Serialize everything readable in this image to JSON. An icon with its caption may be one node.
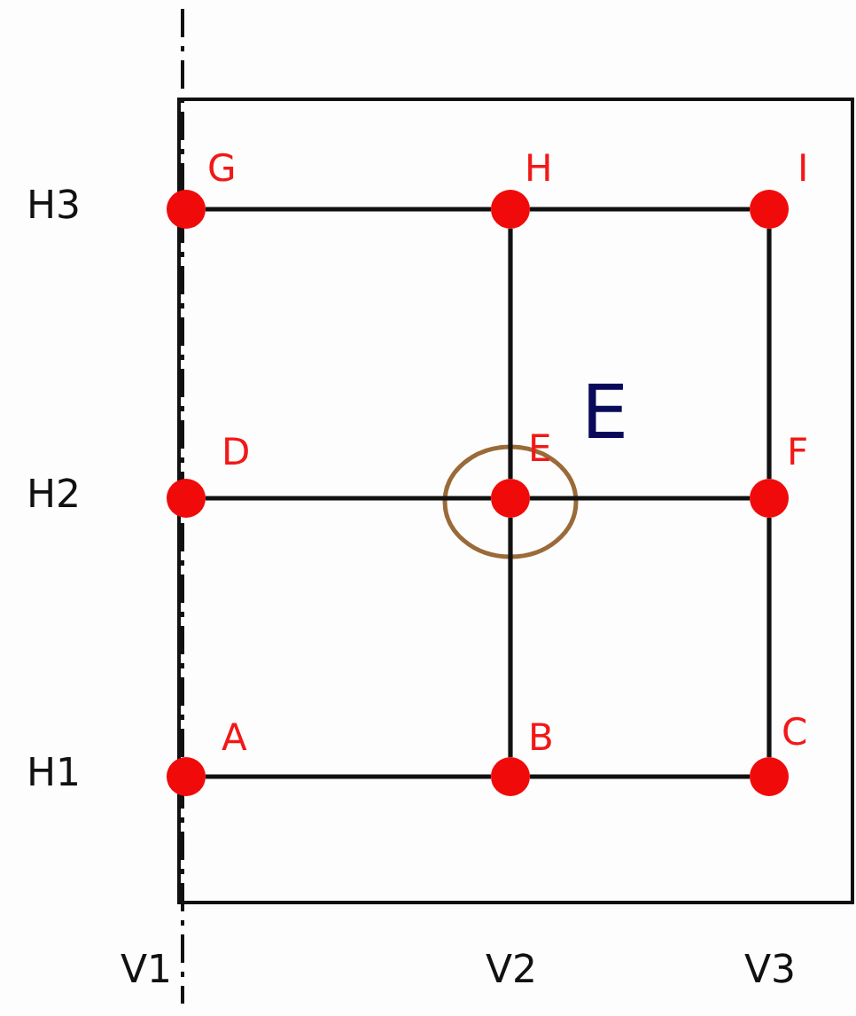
{
  "diagram": {
    "nodes": [
      {
        "text": [],
        "shape": "circle",
        "beside": [
          "G"
        ]
      },
      {
        "text": [],
        "shape": "circle",
        "beside": [
          "H"
        ]
      },
      {
        "text": [],
        "shape": "circle",
        "beside": [
          "I"
        ]
      },
      {
        "text": [],
        "shape": "circle",
        "beside": [
          "D"
        ]
      },
      {
        "text": [],
        "shape": "circle",
        "beside": [
          "E"
        ]
      },
      {
        "text": [],
        "shape": "circle",
        "beside": [
          "F"
        ]
      },
      {
        "text": [],
        "shape": "circle",
        "beside": [
          "A"
        ]
      },
      {
        "text": [],
        "shape": "circle",
        "beside": [
          "B"
        ]
      },
      {
        "text": [],
        "shape": "circle",
        "beside": [
          "C"
        ]
      }
    ],
    "edges": [
      {
        "from": 0,
        "to": 1,
        "arrow": "none"
      },
      {
        "from": 1,
        "to": 2,
        "arrow": "none"
      },
      {
        "from": 1,
        "to": 4,
        "arrow": "none"
      },
      {
        "from": 2,
        "to": 5,
        "arrow": "none"
      },
      {
        "from": 3,
        "to": 4,
        "arrow": "none"
      },
      {
        "from": 4,
        "to": 5,
        "arrow": "none"
      },
      {
        "from": 4,
        "to": 7,
        "arrow": "none"
      },
      {
        "from": 5,
        "to": 8,
        "arrow": "none"
      },
      {
        "from": 6,
        "to": 7,
        "arrow": "none"
      },
      {
        "from": 7,
        "to": 8,
        "arrow": "none"
      }
    ],
    "labels": [
      "H3",
      "E",
      "H2",
      "H1",
      "V1",
      "V2",
      "V3"
    ]
  }
}
